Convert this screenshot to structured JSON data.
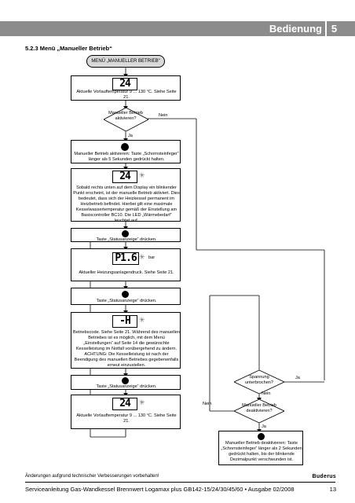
{
  "header": {
    "title": "Bedienung",
    "chapter": "5"
  },
  "section": {
    "heading": "5.2.3    Menü „Manueller Betrieb“"
  },
  "flow": {
    "menu_title": "MENÜ „MANUELLER BETRIEB“",
    "lcd_1": "24",
    "step_1": "Aktuelle Vorlauftemperatur 9 ... 130 °C. Siehe Seite 21.",
    "decision_1": "Manueller Betrieb aktivieren?",
    "nein_1": "Nein",
    "ja_1": "Ja",
    "step_2": "Manueller Betrieb aktivieren: Taste „Schornsteinfeger“ länger als 5 Sekunden gedrückt halten.",
    "lcd_2": "24",
    "step_3": "Sobald rechts unten auf dem Display ein blinkender Punkt erscheint, ist der manuelle Betrieb aktiviert. Dies bedeutet, dass sich der Heizkessel permanent im Heizbetrieb befindet. Hierbei gilt eine maximale Kesselwassertemperatur gemäß der Einstellung am Basiscontroller BC10. Die LED „Wärmebedarf“ leuchtet auf.",
    "step_4": "Taste „Statusanzeige“ drücken.",
    "lcd_3": "P1.6",
    "bar": "bar",
    "step_5": "Aktueller Heizungsanlagendruck. Siehe Seite 21.",
    "step_6": "Taste „Statusanzeige“ drücken.",
    "lcd_4": "-H",
    "step_7": "Betriebscode. Siehe Seite 21. Während des manuellen Betriebes ist es möglich, mit dem Menü „Einstellungen“ auf Seite 14 die gewünschte Kesselleistung im Notfall vorübergehend zu ändern. ACHTUNG: Die Kesselleistung ist nach der Beendigung des manuellen Betriebes gegebenenfalls erneut einzustellen.",
    "step_8": "Taste „Statusanzeige“ drücken.",
    "lcd_5": "24",
    "step_9": "Aktuelle Vorlauftemperatur 9 ... 130 °C. Siehe Seite 21.",
    "decision_2": "Spannung unterbrochen?",
    "ja_2": "Ja",
    "nein_2": "Nein",
    "decision_3": "Manueller Betrieb deaktivieren?",
    "nein_3": "Nein",
    "ja_3": "Ja",
    "step_10": "Manueller Betrieb deaktivieren: Taste „Schornsteinfeger“ länger als 2 Sekunden gedrückt halten, bis der blinkende Dezimalpunkt verschwunden ist."
  },
  "footer": {
    "note": "Änderungen aufgrund technischer Verbesserungen vorbehalten!",
    "brand": "Buderus",
    "title": "Serviceanleitung Gas-Wandkessel Brennwert Logamax plus GB142-15/24/30/45/60 • Ausgabe 02/2008",
    "page": "13"
  }
}
